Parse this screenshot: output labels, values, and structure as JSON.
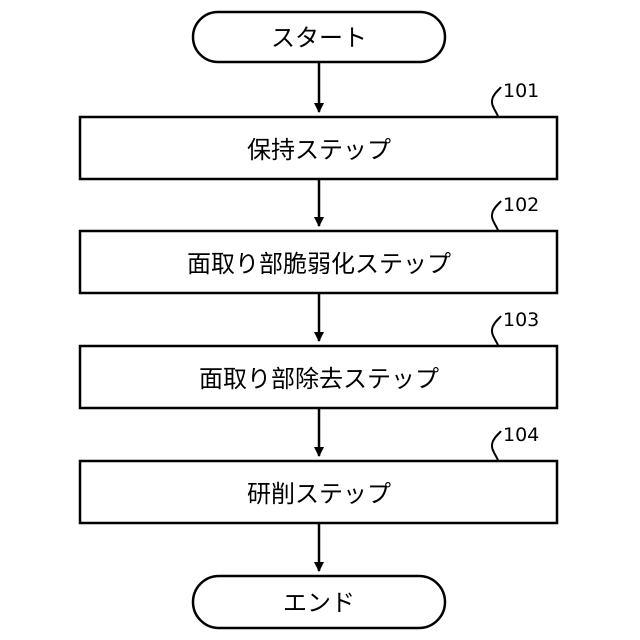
{
  "flowchart": {
    "start": {
      "label": "スタート"
    },
    "steps": [
      {
        "ref": "101",
        "label": "保持ステップ"
      },
      {
        "ref": "102",
        "label": "面取り部脆弱化ステップ"
      },
      {
        "ref": "103",
        "label": "面取り部除去ステップ"
      },
      {
        "ref": "104",
        "label": "研削ステップ"
      }
    ],
    "end": {
      "label": "エンド"
    }
  },
  "colors": {
    "line": "#000000",
    "background": "#ffffff"
  }
}
